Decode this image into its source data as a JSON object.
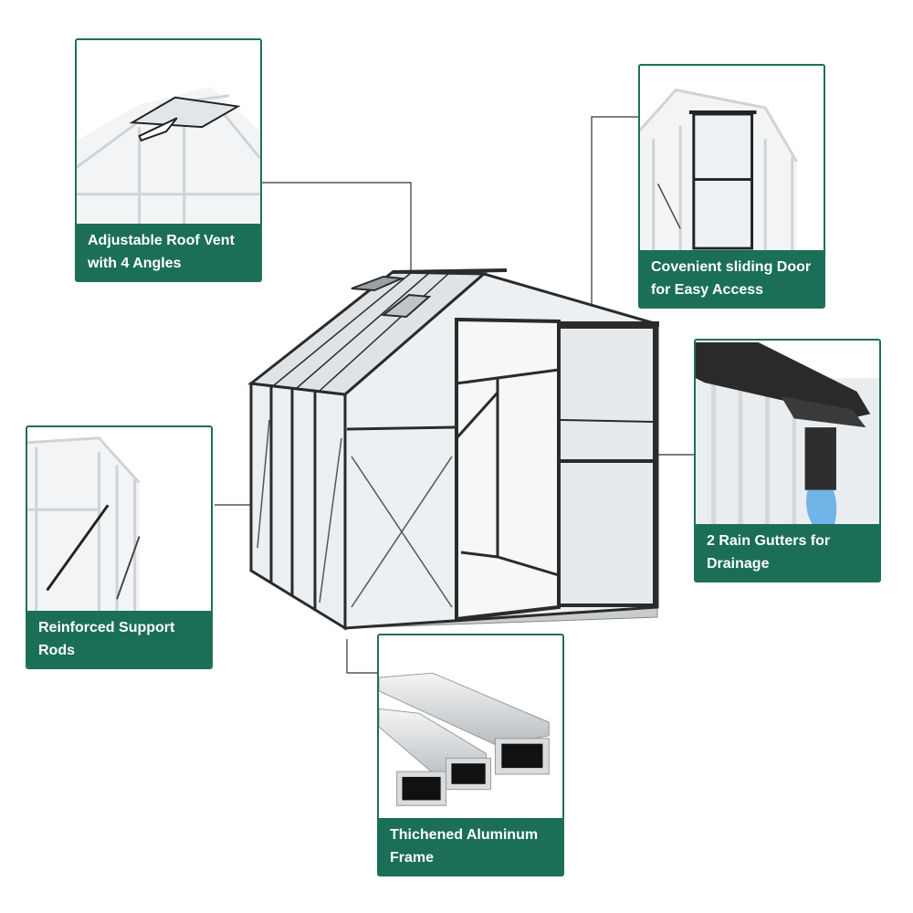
{
  "features": {
    "roof_vent": {
      "label": "Adjustable Roof Vent with 4 Angles"
    },
    "sliding_door": {
      "label": "Covenient sliding Door for Easy Access"
    },
    "rain_gutters": {
      "label": "2 Rain Gutters for Drainage"
    },
    "support_rods": {
      "label": "Reinforced Support Rods"
    },
    "aluminum_frame": {
      "label": "Thichened Aluminum Frame"
    }
  },
  "colors": {
    "accent_green": "#1b6e57",
    "frame": "#2b2b2b",
    "panel": "#e9ecee",
    "water": "#5aa9e6"
  }
}
